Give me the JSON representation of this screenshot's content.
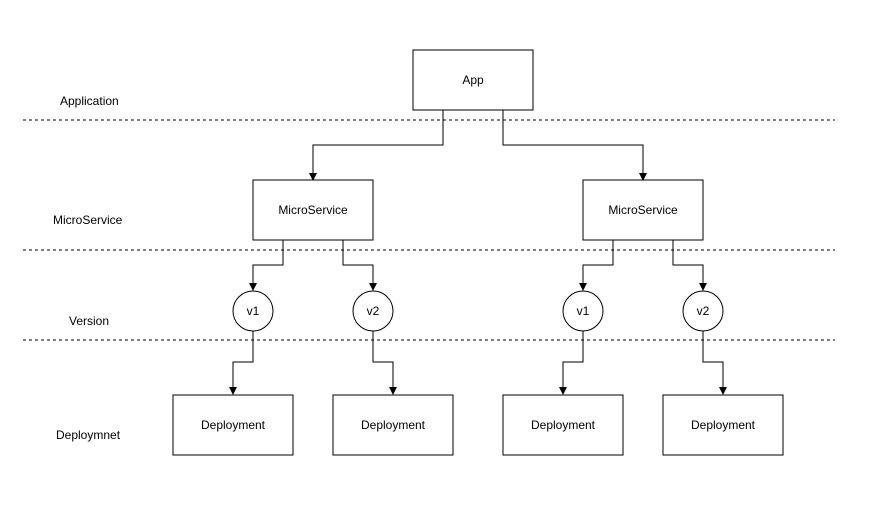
{
  "layers": {
    "application": "Application",
    "microservice": "MicroService",
    "version": "Version",
    "deployment": "Deploymnet"
  },
  "nodes": {
    "app": "App",
    "microservice_left": "MicroService",
    "microservice_right": "MicroService",
    "version_left_1": "v1",
    "version_left_2": "v2",
    "version_right_1": "v1",
    "version_right_2": "v2",
    "deployment_1": "Deployment",
    "deployment_2": "Deployment",
    "deployment_3": "Deployment",
    "deployment_4": "Deployment"
  }
}
